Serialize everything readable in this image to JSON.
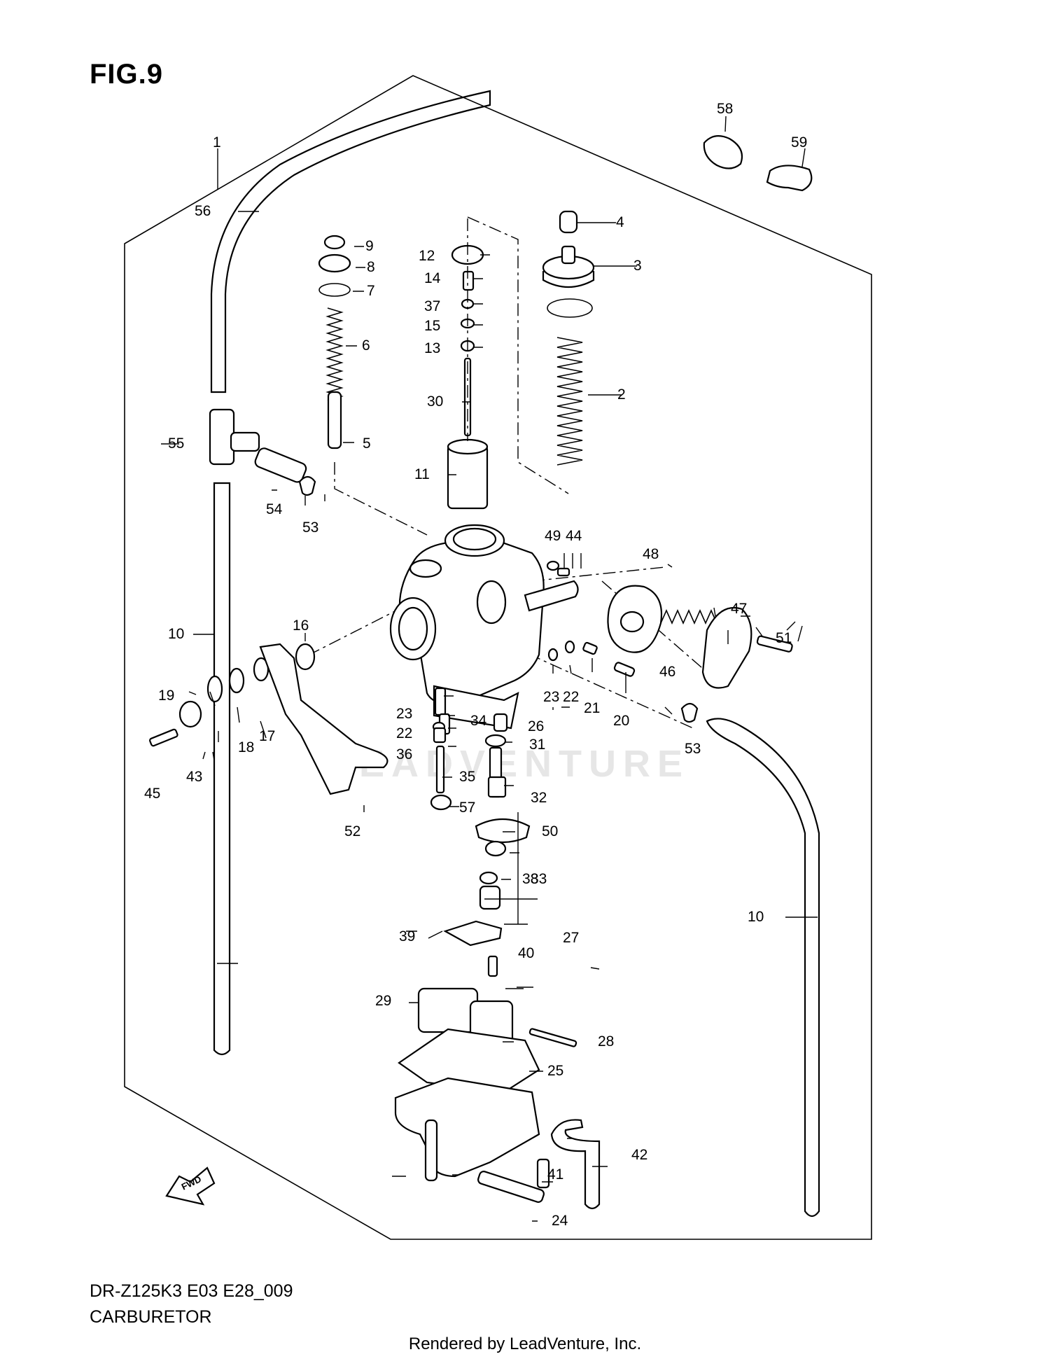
{
  "figure": {
    "title": "FIG.9",
    "model_code": "DR-Z125K3 E03 E28_009",
    "subassembly": "CARBURETOR",
    "credit": "Rendered by LeadVenture, Inc.",
    "watermark": "LEADVENTURE",
    "direction_marker": "FWD"
  },
  "callouts": [
    {
      "id": "c1",
      "label": "1"
    },
    {
      "id": "c2",
      "label": "2"
    },
    {
      "id": "c3",
      "label": "3"
    },
    {
      "id": "c4",
      "label": "4"
    },
    {
      "id": "c5",
      "label": "5"
    },
    {
      "id": "c6",
      "label": "6"
    },
    {
      "id": "c7",
      "label": "7"
    },
    {
      "id": "c8",
      "label": "8"
    },
    {
      "id": "c9",
      "label": "9"
    },
    {
      "id": "c10a",
      "label": "10"
    },
    {
      "id": "c10b",
      "label": "10"
    },
    {
      "id": "c11",
      "label": "11"
    },
    {
      "id": "c12",
      "label": "12"
    },
    {
      "id": "c13",
      "label": "13"
    },
    {
      "id": "c14",
      "label": "14"
    },
    {
      "id": "c15",
      "label": "15"
    },
    {
      "id": "c16",
      "label": "16"
    },
    {
      "id": "c17",
      "label": "17"
    },
    {
      "id": "c18",
      "label": "18"
    },
    {
      "id": "c19",
      "label": "19"
    },
    {
      "id": "c20",
      "label": "20"
    },
    {
      "id": "c21",
      "label": "21"
    },
    {
      "id": "c22a",
      "label": "22"
    },
    {
      "id": "c22b",
      "label": "22"
    },
    {
      "id": "c23a",
      "label": "23"
    },
    {
      "id": "c23b",
      "label": "23"
    },
    {
      "id": "c24",
      "label": "24"
    },
    {
      "id": "c25",
      "label": "25"
    },
    {
      "id": "c26",
      "label": "26"
    },
    {
      "id": "c27",
      "label": "27"
    },
    {
      "id": "c28",
      "label": "28"
    },
    {
      "id": "c29",
      "label": "29"
    },
    {
      "id": "c30",
      "label": "30"
    },
    {
      "id": "c31",
      "label": "31"
    },
    {
      "id": "c32",
      "label": "32"
    },
    {
      "id": "c33",
      "label": "33"
    },
    {
      "id": "c34",
      "label": "34"
    },
    {
      "id": "c35",
      "label": "35"
    },
    {
      "id": "c36",
      "label": "36"
    },
    {
      "id": "c37",
      "label": "37"
    },
    {
      "id": "c38",
      "label": "38"
    },
    {
      "id": "c39",
      "label": "39"
    },
    {
      "id": "c40",
      "label": "40"
    },
    {
      "id": "c41",
      "label": "41"
    },
    {
      "id": "c42",
      "label": "42"
    },
    {
      "id": "c43",
      "label": "43"
    },
    {
      "id": "c44",
      "label": "44"
    },
    {
      "id": "c45",
      "label": "45"
    },
    {
      "id": "c46",
      "label": "46"
    },
    {
      "id": "c47",
      "label": "47"
    },
    {
      "id": "c48",
      "label": "48"
    },
    {
      "id": "c49",
      "label": "49"
    },
    {
      "id": "c50",
      "label": "50"
    },
    {
      "id": "c51",
      "label": "51"
    },
    {
      "id": "c52",
      "label": "52"
    },
    {
      "id": "c53a",
      "label": "53"
    },
    {
      "id": "c53b",
      "label": "53"
    },
    {
      "id": "c54",
      "label": "54"
    },
    {
      "id": "c55",
      "label": "55"
    },
    {
      "id": "c56",
      "label": "56"
    },
    {
      "id": "c57",
      "label": "57"
    },
    {
      "id": "c58",
      "label": "58"
    },
    {
      "id": "c59",
      "label": "59"
    }
  ]
}
